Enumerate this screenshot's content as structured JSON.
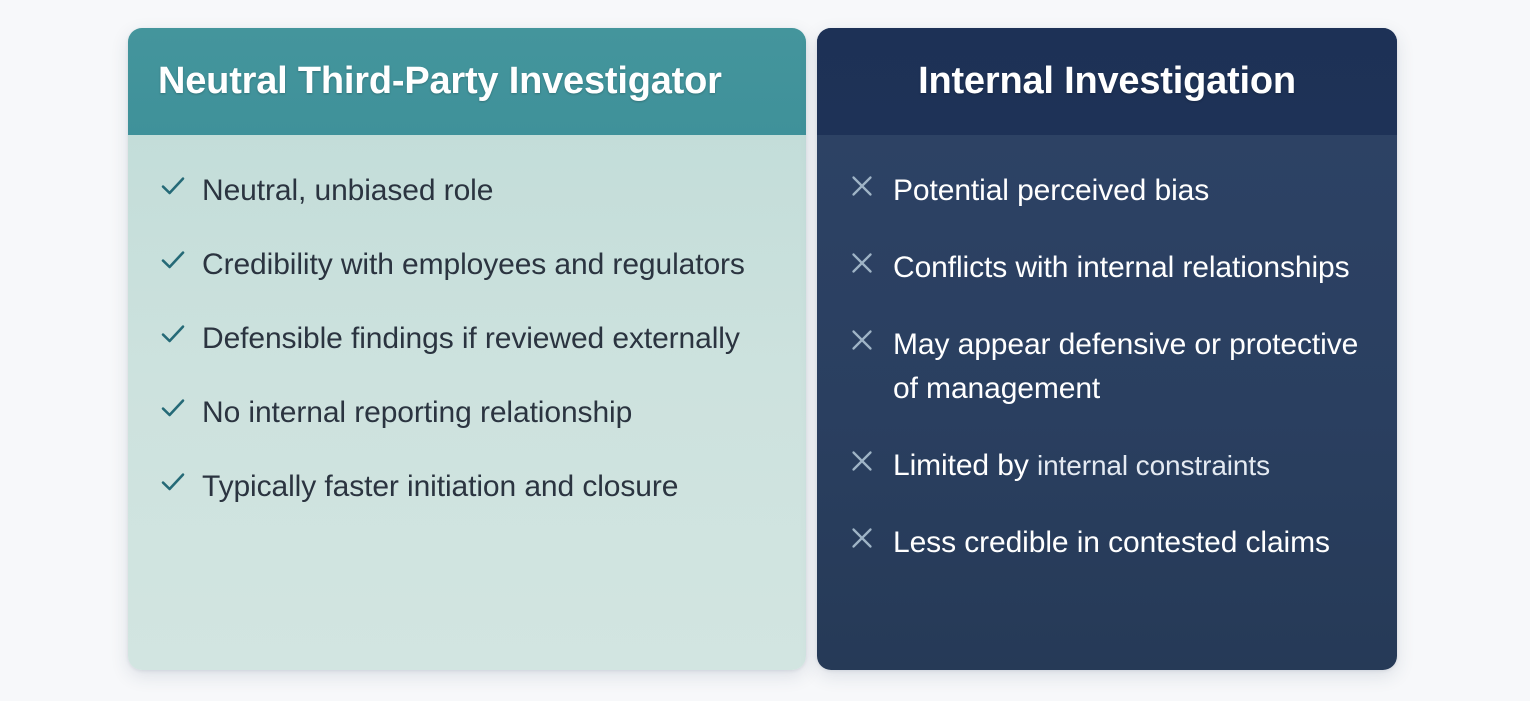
{
  "background_color": "#f7f8fa",
  "comparison": {
    "type": "two-column-pros-cons",
    "columns": [
      {
        "id": "third-party",
        "title": "Neutral Third-Party Investigator",
        "tone": "positive",
        "header_color": "#42939b",
        "body_color": "#c6dedb",
        "title_color": "#ffffff",
        "text_color": "#2b3440",
        "mark_icon": "check-icon",
        "mark_color": "#256a77",
        "items": [
          {
            "text": "Neutral, unbiased role"
          },
          {
            "text": "Credibility with employees and regulators"
          },
          {
            "text": "Defensible findings if reviewed externally"
          },
          {
            "text": "No internal reporting relationship"
          },
          {
            "text": "Typically faster initiation and closure"
          }
        ]
      },
      {
        "id": "internal",
        "title": "Internal Investigation",
        "tone": "negative",
        "header_color": "#1e3257",
        "body_color": "#2b4062",
        "title_color": "#ffffff",
        "text_color": "#ffffff",
        "mark_icon": "cross-icon",
        "mark_color": "#9fb4c6",
        "items": [
          {
            "text": "Potential perceived bias"
          },
          {
            "text": "Conflicts with internal relationships"
          },
          {
            "text": "May appear defensive or protective of management"
          },
          {
            "text": "Limited by ",
            "soft": "internal constraints"
          },
          {
            "text": "Less credible in contested claims"
          }
        ]
      }
    ]
  }
}
